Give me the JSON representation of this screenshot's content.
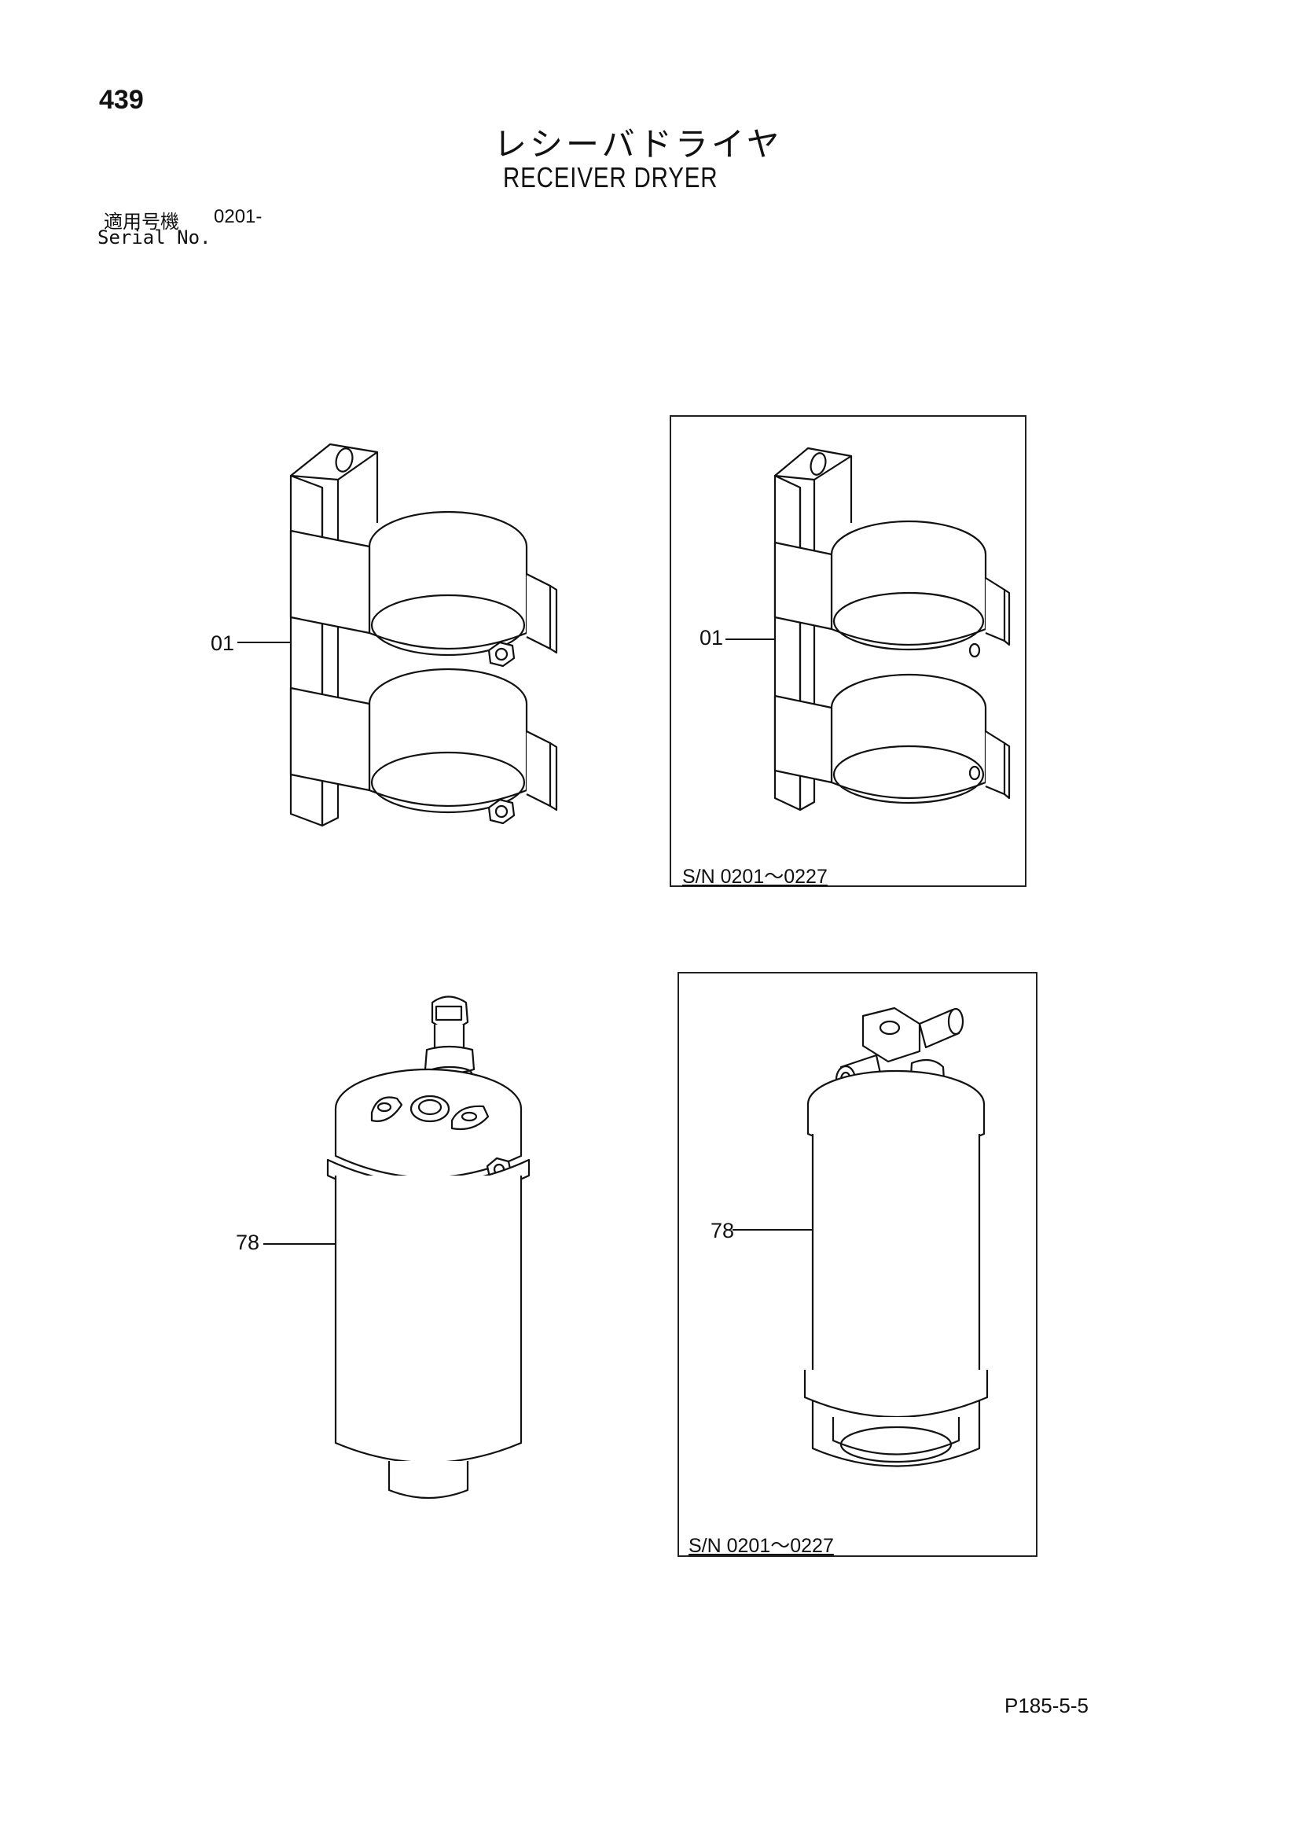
{
  "header": {
    "page_number": "439",
    "title_jp": "レシーバドライヤ",
    "title_en": "RECEIVER DRYER",
    "serial_label_jp": "適用号機",
    "serial_value": "0201-",
    "serial_label_en": "Serial No."
  },
  "parts": [
    {
      "callout": "01"
    },
    {
      "callout": "01"
    },
    {
      "callout": "78"
    },
    {
      "callout": "78"
    }
  ],
  "variants": [
    {
      "serial_range": "S/N  0201～0227"
    },
    {
      "serial_range": "S/N  0201～0227"
    }
  ],
  "footer": {
    "code": "P185-5-5"
  }
}
